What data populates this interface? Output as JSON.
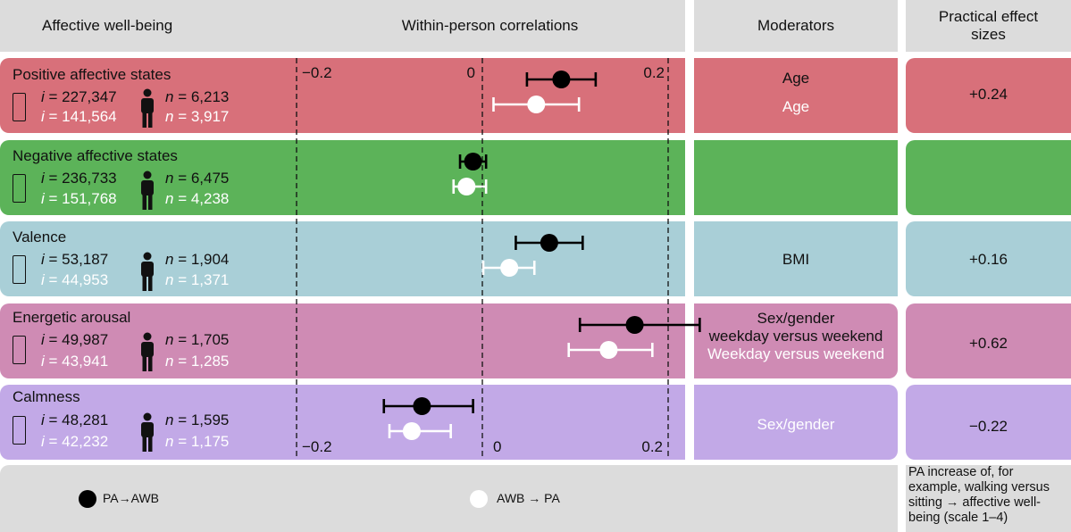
{
  "headers": {
    "wellbeing": "Affective well-being",
    "correlations": "Within-person correlations",
    "moderators": "Moderators",
    "effect_sizes": "Practical effect sizes"
  },
  "rows": [
    {
      "label": "Positive affective states",
      "color": "#d8707a",
      "i_black": "227,347",
      "n_black": "6,213",
      "i_white": "141,564",
      "n_white": "3,917",
      "moderators_black": [
        "Age"
      ],
      "moderators_white": [
        "Age"
      ],
      "effect": "+0.24"
    },
    {
      "label": "Negative affective states",
      "color": "#5cb359",
      "i_black": "236,733",
      "n_black": "6,475",
      "i_white": "151,768",
      "n_white": "4,238",
      "moderators_black": [],
      "moderators_white": [],
      "effect": ""
    },
    {
      "label": "Valence",
      "color": "#a9cfd7",
      "i_black": "53,187",
      "n_black": "1,904",
      "i_white": "44,953",
      "n_white": "1,371",
      "moderators_black": [
        "BMI"
      ],
      "moderators_white": [],
      "effect": "+0.16"
    },
    {
      "label": "Energetic arousal",
      "color": "#cf8bb4",
      "i_black": "49,987",
      "n_black": "1,705",
      "i_white": "43,941",
      "n_white": "1,285",
      "moderators_black": [
        "Sex/gender",
        "weekday versus weekend"
      ],
      "moderators_white": [
        "Weekday versus weekend"
      ],
      "effect": "+0.62"
    },
    {
      "label": "Calmness",
      "color": "#c2a9e7",
      "i_black": "48,281",
      "n_black": "1,595",
      "i_white": "42,232",
      "n_white": "1,175",
      "moderators_black": [],
      "moderators_white": [
        "Sex/gender"
      ],
      "effect": "−0.22"
    }
  ],
  "symbols": {
    "i": "i",
    "n": "n",
    "eq": " = "
  },
  "axis": {
    "top_ticks": [
      "−0.2",
      "0",
      "0.2"
    ],
    "bottom_ticks": [
      "−0.2",
      "0",
      "0.2"
    ]
  },
  "chart_data": {
    "type": "forest",
    "xlim": [
      -0.23,
      0.23
    ],
    "tick_values": [
      -0.2,
      0,
      0.2
    ],
    "series": [
      {
        "name": "PA→AWB",
        "color": "#000000"
      },
      {
        "name": "AWB → PA",
        "color": "#ffffff"
      }
    ],
    "rows": [
      {
        "label": "Positive affective states",
        "pa_awb": {
          "est": 0.085,
          "lo": 0.048,
          "hi": 0.122
        },
        "awb_pa": {
          "est": 0.058,
          "lo": 0.012,
          "hi": 0.104
        }
      },
      {
        "label": "Negative affective states",
        "pa_awb": {
          "est": -0.01,
          "lo": -0.024,
          "hi": 0.004
        },
        "awb_pa": {
          "est": -0.017,
          "lo": -0.031,
          "hi": 0.004
        }
      },
      {
        "label": "Valence",
        "pa_awb": {
          "est": 0.072,
          "lo": 0.036,
          "hi": 0.108
        },
        "awb_pa": {
          "est": 0.029,
          "lo": 0.001,
          "hi": 0.056
        }
      },
      {
        "label": "Energetic arousal",
        "pa_awb": {
          "est": 0.164,
          "lo": 0.105,
          "hi": 0.234
        },
        "awb_pa": {
          "est": 0.136,
          "lo": 0.093,
          "hi": 0.183
        }
      },
      {
        "label": "Calmness",
        "pa_awb": {
          "est": -0.065,
          "lo": -0.106,
          "hi": -0.01
        },
        "awb_pa": {
          "est": -0.076,
          "lo": -0.1,
          "hi": -0.034
        }
      }
    ]
  },
  "legend": {
    "pa_awb": "PA→AWB",
    "awb_pa": "AWB → PA"
  },
  "footnote": "PA increase of, for example, walking versus sitting → affective well-being (scale 1–4)"
}
